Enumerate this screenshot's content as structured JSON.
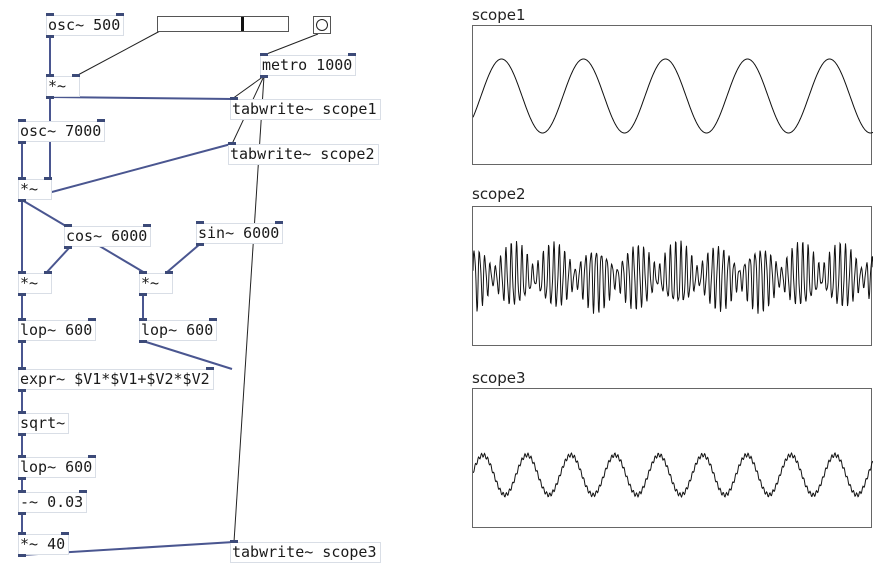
{
  "objects": {
    "osc500": "osc~ 500",
    "mul1": "*~",
    "osc7000": "osc~ 7000",
    "mul2": "*~",
    "cos6000": "cos~ 6000",
    "sin6000": "sin~ 6000",
    "mul3": "*~",
    "mul4": "*~",
    "lop1": "lop~ 600",
    "lop2": "lop~ 600",
    "expr": "expr~ $V1*$V1+$V2*$V2",
    "sqrt": "sqrt~",
    "lop3": "lop~ 600",
    "minus": "-~ 0.03",
    "mul40": "*~ 40",
    "metro": "metro 1000",
    "tab1": "tabwrite~ scope1",
    "tab2": "tabwrite~ scope2",
    "tab3": "tabwrite~ scope3"
  },
  "slider": {
    "value_fraction": 0.64
  },
  "scopes": [
    {
      "label": "scope1"
    },
    {
      "label": "scope2"
    },
    {
      "label": "scope3"
    }
  ],
  "colors": {
    "wire": "#4a5690",
    "signal_wire": "#4a5690",
    "plot": "#111111"
  }
}
